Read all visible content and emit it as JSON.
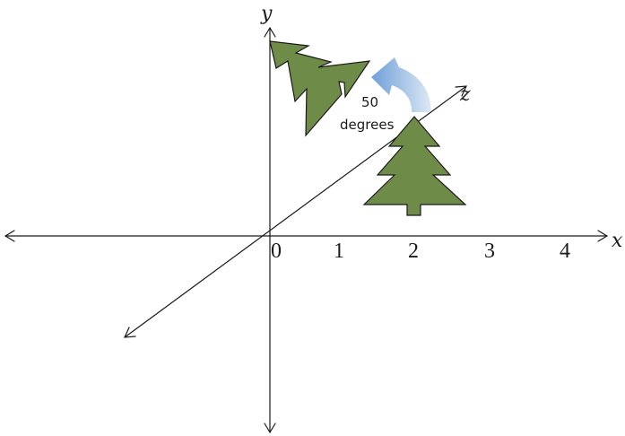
{
  "axes": {
    "x_name": "x",
    "y_name": "y",
    "z_name": "z"
  },
  "ticks": [
    "0",
    "1",
    "2",
    "3",
    "4"
  ],
  "rotation": {
    "value": "50",
    "unit": "degrees"
  },
  "colors": {
    "tree_fill": "#6e8b48",
    "arrow_light": "#dbe7f5",
    "arrow_dark": "#6f9fd8",
    "axis": "#1a1a1a"
  }
}
